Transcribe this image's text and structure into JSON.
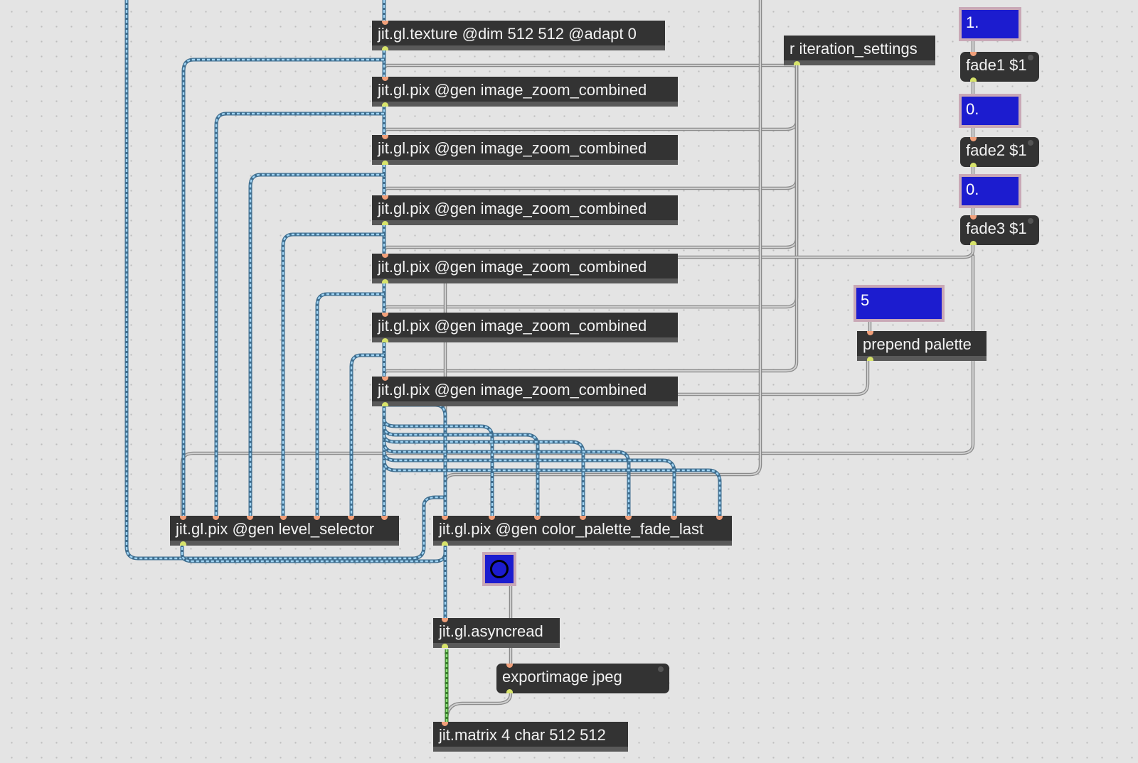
{
  "objects": {
    "texture": "jit.gl.texture @dim 512 512 @adapt 0",
    "receive": "r iteration_settings",
    "pix_zoom_1": "jit.gl.pix @gen image_zoom_combined",
    "pix_zoom_2": "jit.gl.pix @gen image_zoom_combined",
    "pix_zoom_3": "jit.gl.pix @gen image_zoom_combined",
    "pix_zoom_4": "jit.gl.pix @gen image_zoom_combined",
    "pix_zoom_5": "jit.gl.pix @gen image_zoom_combined",
    "pix_zoom_6": "jit.gl.pix @gen image_zoom_combined",
    "level_selector": "jit.gl.pix @gen level_selector",
    "palette_fade": "jit.gl.pix @gen color_palette_fade_last",
    "prepend_palette": "prepend palette",
    "asyncread": "jit.gl.asyncread",
    "matrix": "jit.matrix 4 char 512 512"
  },
  "messages": {
    "fade1": "fade1 $1",
    "fade2": "fade2 $1",
    "fade3": "fade3 $1",
    "export": "exportimage jpeg"
  },
  "number_boxes": {
    "fade1_value": "1.",
    "fade2_value": "0.",
    "fade3_value": "0.",
    "palette_value": "5"
  },
  "colors": {
    "canvas": "#e4e4e4",
    "object_fill": "#333333",
    "number_box": "#1c1ccf",
    "texture_cord": "#79b8e3",
    "message_cord": "#a8a8a8",
    "matrix_cord": "#5fc24a"
  },
  "icons": {
    "bang": "circle-button-icon"
  }
}
